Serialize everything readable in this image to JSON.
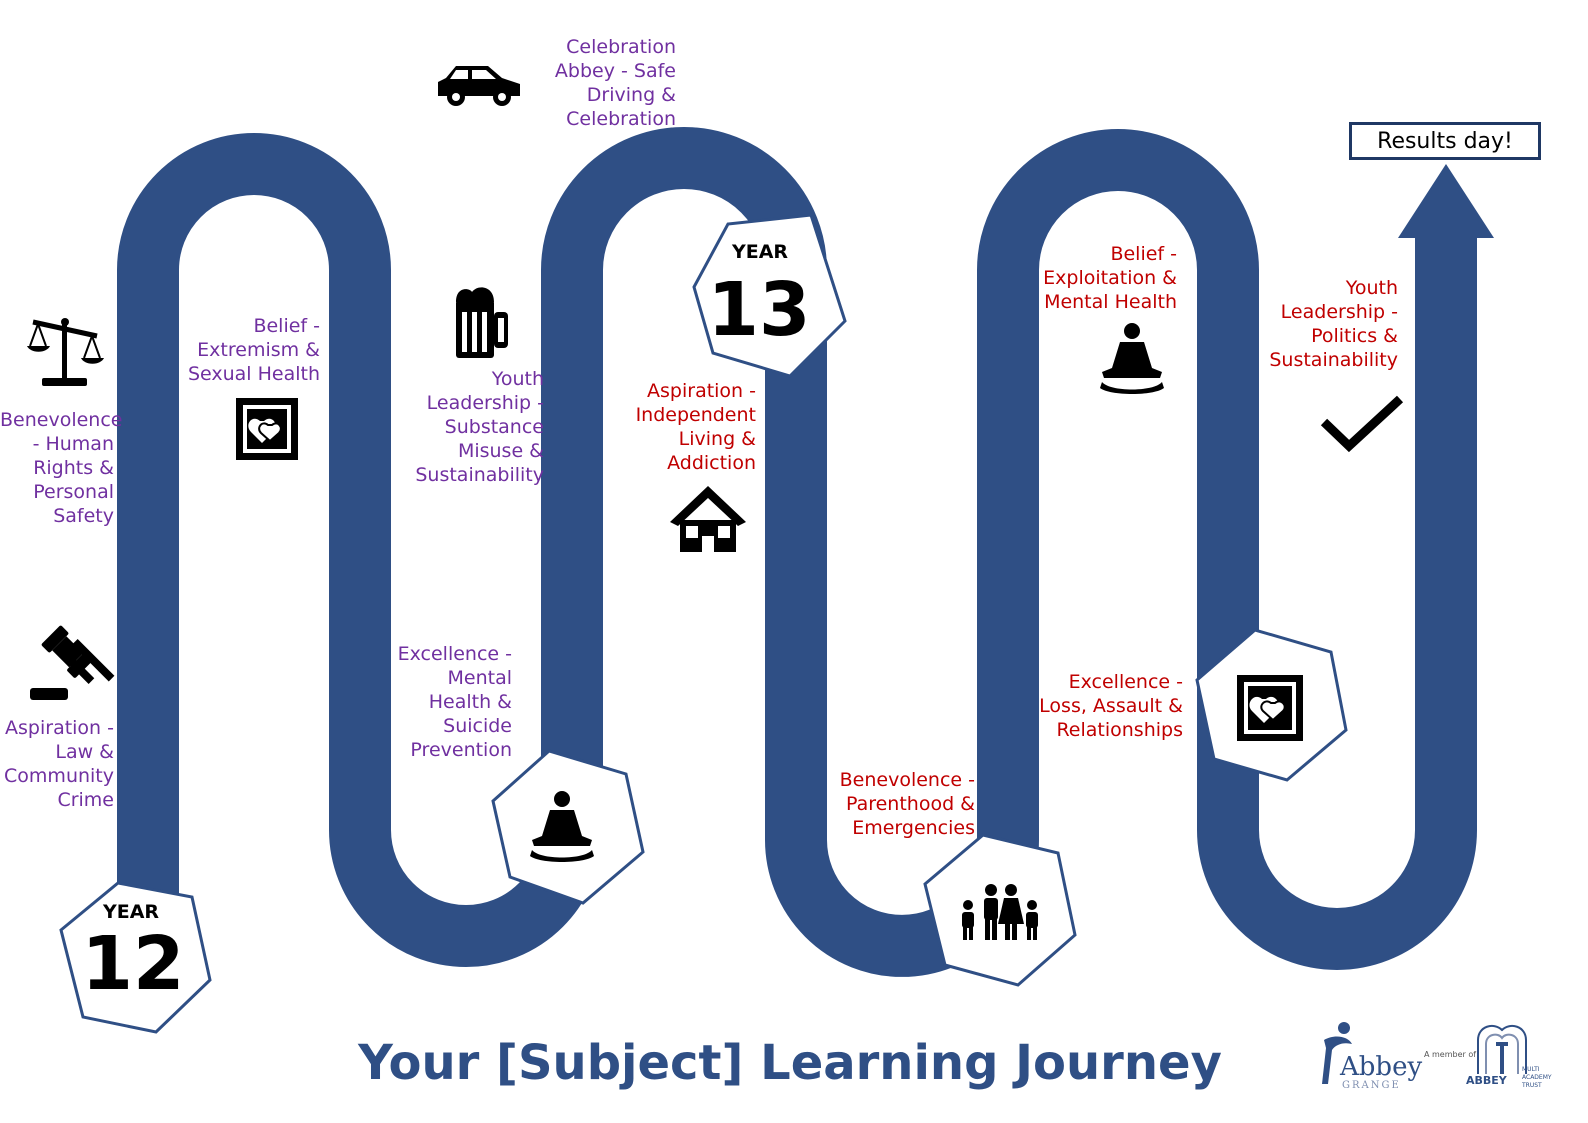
{
  "title": "Your [Subject] Learning Journey",
  "results_day": "Results day!",
  "year12": {
    "word": "YEAR",
    "number": "12"
  },
  "year13": {
    "word": "YEAR",
    "number": "13"
  },
  "topics": {
    "benevolence_human_rights": "Benevolence\n- Human\nRights &\nPersonal\nSafety",
    "aspiration_law": "Aspiration -\nLaw &\nCommunity\nCrime",
    "belief_extremism": "Belief -\nExtremism &\nSexual Health",
    "youth_substance": "Youth\nLeadership -\nSubstance\nMisuse &\nSustainability",
    "excellence_mental": "Excellence -\nMental\nHealth &\nSuicide\nPrevention",
    "celebration": "Celebration\nAbbey - Safe\nDriving &\nCelebration",
    "aspiration_independent": "Aspiration -\nIndependent\nLiving &\nAddiction",
    "benevolence_parenthood": "Benevolence -\nParenthood &\nEmergencies",
    "belief_exploitation": "Belief -\nExploitation &\nMental Health",
    "excellence_loss": "Excellence -\nLoss, Assault &\nRelationships",
    "youth_politics": "Youth\nLeadership -\nPolitics &\nSustainability"
  },
  "logos": {
    "abbey_grange_name": "Abbey",
    "abbey_grange_sub": "GRANGE",
    "member_text": "A member of",
    "trust_name": "ABBEY",
    "trust_sub1": "MULTI",
    "trust_sub2": "ACADEMY",
    "trust_sub3": "TRUST"
  },
  "colors": {
    "path": "#2f4f85",
    "purple_text": "#7030a0",
    "red_text": "#c00000",
    "hex_border": "#2f4f85"
  },
  "icons": [
    "scales-icon",
    "gavel-icon",
    "heart-stamp-icon",
    "beer-mug-icon",
    "meditation-icon",
    "car-icon",
    "house-icon",
    "family-icon",
    "checkmark-icon",
    "up-arrow-icon"
  ]
}
